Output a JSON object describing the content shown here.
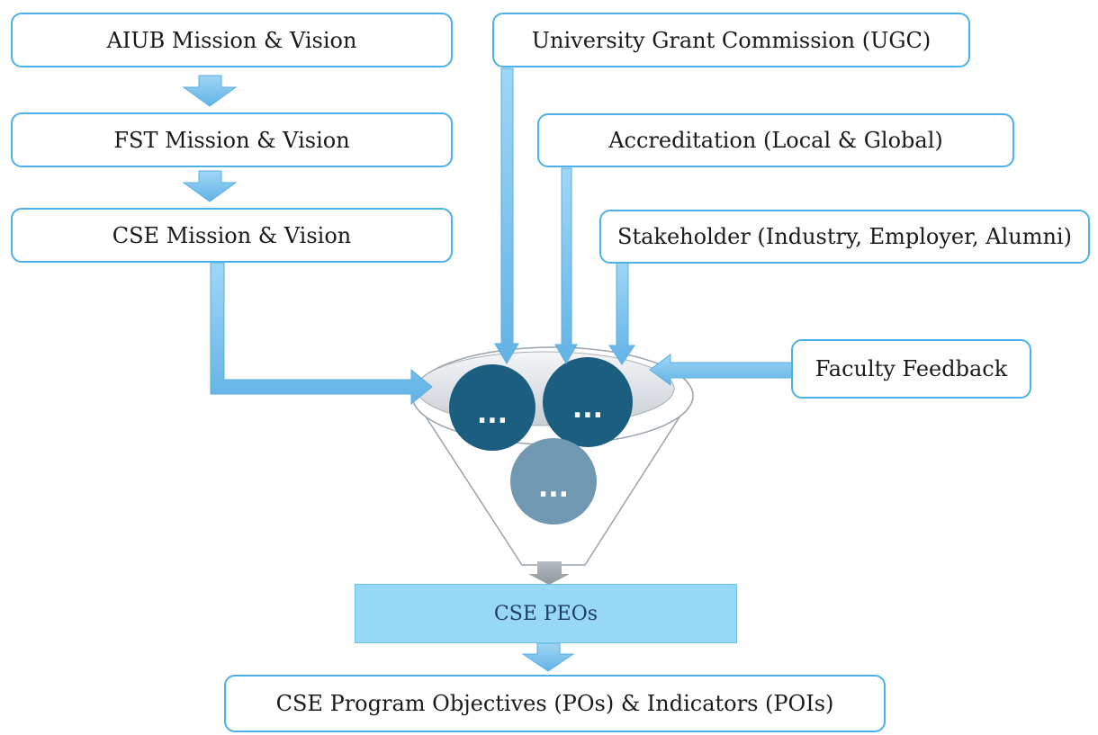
{
  "boxes": {
    "aiub": "AIUB Mission & Vision",
    "fst": "FST Mission & Vision",
    "cse": "CSE Mission & Vision",
    "ugc": "University Grant Commission (UGC)",
    "accreditation": "Accreditation (Local & Global)",
    "stakeholder": "Stakeholder (Industry, Employer, Alumni)",
    "faculty": "Faculty Feedback",
    "peos": "CSE PEOs",
    "pos": "CSE Program Objectives (POs) & Indicators (POIs)"
  },
  "funnel": {
    "circle_label": "...",
    "colors": {
      "dark": "#1b5e80",
      "light": "#7098b0",
      "arrow": "#7fc6ee",
      "border": "#4bb1e6"
    }
  }
}
